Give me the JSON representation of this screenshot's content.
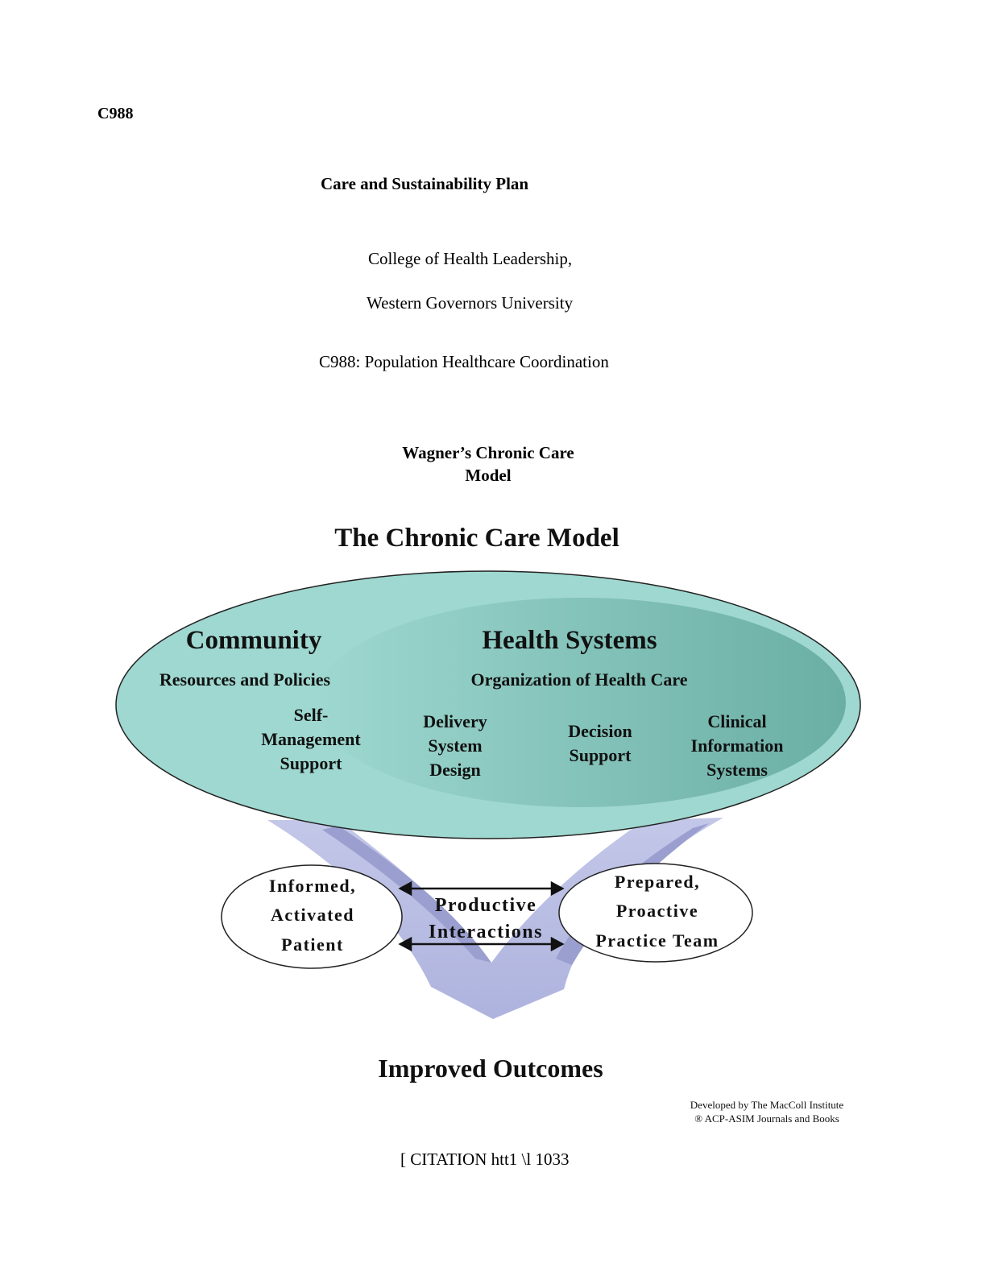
{
  "header": {
    "course_code": "C988"
  },
  "title_page": {
    "title": "Care and Sustainability Plan",
    "college": "College of Health Leadership,",
    "university": "Western Governors University",
    "course": "C988: Population Healthcare Coordination"
  },
  "figure": {
    "caption_line1": "Wagner’s Chronic Care",
    "caption_line2": "Model",
    "diagram_title": "The Chronic Care Model",
    "community_heading": "Community",
    "community_sub": "Resources and Policies",
    "health_systems_heading": "Health Systems",
    "health_systems_sub": "Organization of Health Care",
    "elements": {
      "self_management": [
        "Self-",
        "Management",
        "Support"
      ],
      "delivery_system": [
        "Delivery",
        "System",
        "Design"
      ],
      "decision_support": [
        "Decision",
        "Support"
      ],
      "clinical_info": [
        "Clinical",
        "Information",
        "Systems"
      ]
    },
    "patient": [
      "Informed,",
      "Activated",
      "Patient"
    ],
    "interactions": [
      "Productive",
      "Interactions"
    ],
    "team": [
      "Prepared,",
      "Proactive",
      "Practice Team"
    ],
    "outcome": "Improved Outcomes",
    "credit_line1": "Developed by The MacColl Institute",
    "credit_line2": "® ACP-ASIM Journals and Books",
    "colors": {
      "ellipse": "#9ed8d0",
      "inner": "#6fb1a8",
      "arrow": "#b8bde0",
      "arrow_dark": "#9a9fcf"
    }
  },
  "citation": "[ CITATION htt1 \\l 1033"
}
